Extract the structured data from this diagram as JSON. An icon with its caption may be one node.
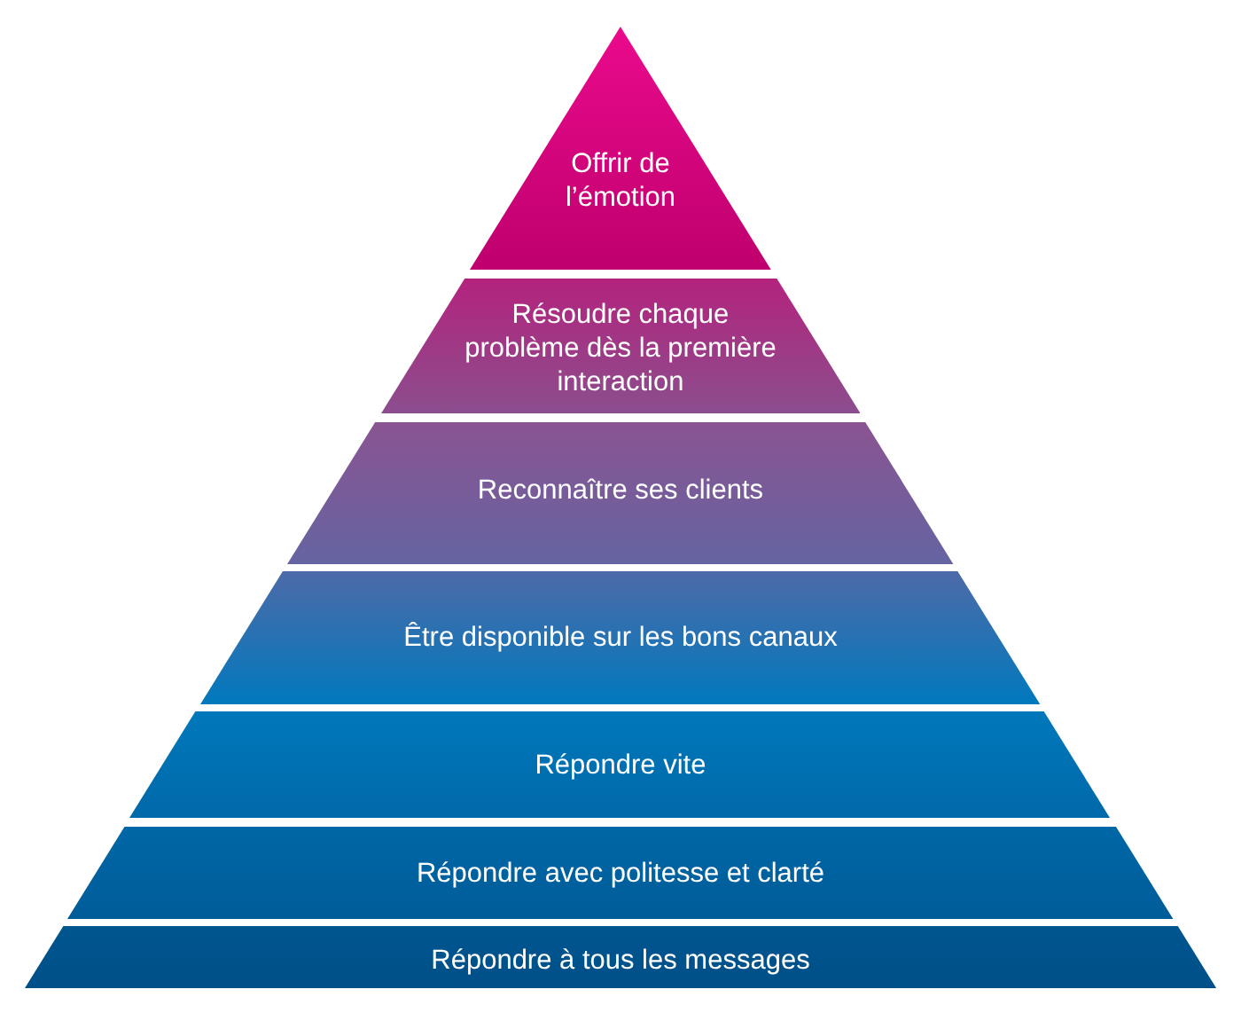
{
  "diagram": {
    "nodes": [
      {
        "text": [
          "Offrir de l’émotion"
        ]
      },
      {
        "text": [
          "Résoudre chaque problème dès la première interaction"
        ]
      },
      {
        "text": [
          "Reconnaître ses clients"
        ]
      },
      {
        "text": [
          "Être disponible sur les bons canaux"
        ]
      },
      {
        "text": [
          "Répondre vite"
        ]
      },
      {
        "text": [
          "Répondre avec politesse et clarté"
        ]
      },
      {
        "text": [
          "Répondre à tous les messages"
        ]
      }
    ]
  }
}
